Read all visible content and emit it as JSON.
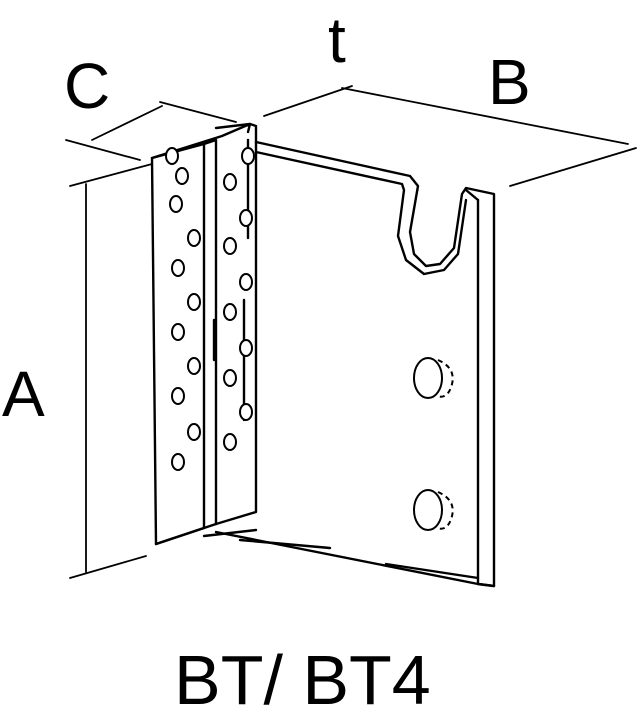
{
  "dimensions": {
    "a": "A",
    "b": "B",
    "c": "C",
    "t": "t"
  },
  "caption": "BT/ BT4"
}
